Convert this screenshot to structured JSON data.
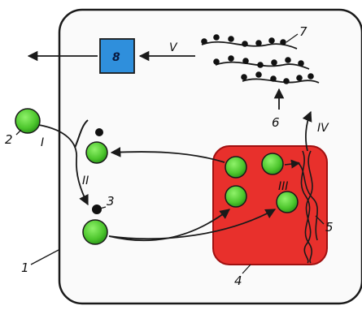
{
  "labels": {
    "n1": "1",
    "n2": "2",
    "n3": "3",
    "n4": "4",
    "n5": "5",
    "n6": "6",
    "n7": "7",
    "n8": "8",
    "stepI": "I",
    "stepII": "II",
    "stepIII": "III",
    "stepIV": "IV",
    "stepV": "V"
  },
  "colors": {
    "cell_fill": "#fafafa",
    "outline": "#1a1a1a",
    "nucleus_fill": "#e8302c",
    "ball_fill": "#5cd13a",
    "ball_dark": "#2f9a1c",
    "product_box": "#2f8fdc",
    "bead": "#111111"
  }
}
